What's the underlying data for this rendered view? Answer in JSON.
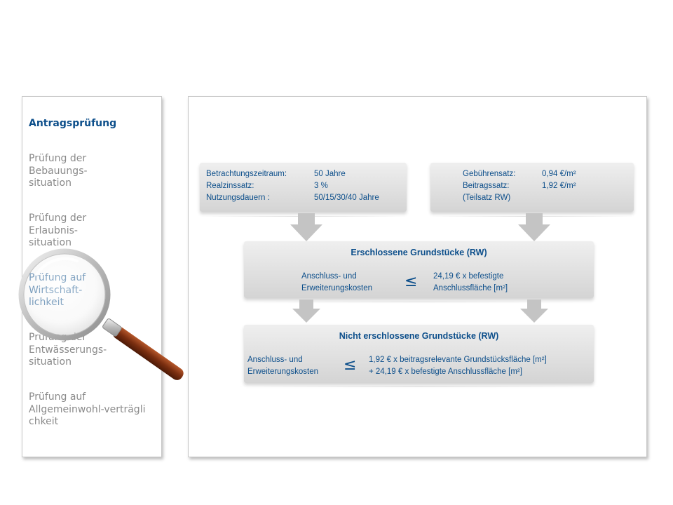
{
  "nav": {
    "items": [
      {
        "label": "Antragsprüfung"
      },
      {
        "label": "Prüfung der\nBebauungs-\nsituation"
      },
      {
        "label": "Prüfung der\nErlaubnis-\nsituation"
      },
      {
        "label": "Prüfung auf\nWirtschaft-\nlichkeit"
      },
      {
        "label": "Prüfung der\nEntwässerungs-\nsituation"
      },
      {
        "label": "Prüfung auf\nAllgemeinwohl-verträgli\nchkeit"
      }
    ]
  },
  "params_left": {
    "rows": [
      {
        "key": "Betrachtungszeitraum:",
        "value": "50 Jahre"
      },
      {
        "key": "Realzinssatz:",
        "value": "3 %"
      },
      {
        "key": "Nutzungsdauern :",
        "value": "50/15/30/40 Jahre"
      }
    ]
  },
  "params_right": {
    "rows": [
      {
        "key": "Gebührensatz:",
        "value": "0,94 €/m²"
      },
      {
        "key": "Beitragssatz:",
        "value": "1,92 €/m²"
      },
      {
        "key": "(Teilsatz RW)",
        "value": ""
      }
    ]
  },
  "developed": {
    "title": "Erschlossene Grundstücke (RW)",
    "left_line1": "Anschluss- und",
    "left_line2": "Erweiterungskosten",
    "symbol": "≤",
    "right_line1": "24,19 € x befestigte",
    "right_line2": "Anschlussfläche [m²]"
  },
  "undeveloped": {
    "title": "Nicht erschlossene Grundstücke (RW)",
    "left_line1": "Anschluss- und",
    "left_line2": "Erweiterungskosten",
    "symbol": "≤",
    "right_line1": "1,92 € x beitragsrelevante Grundstücksfläche [m²]",
    "right_line2": "+ 24,19 € x befestigte Anschlussfläche [m²]"
  },
  "colors": {
    "accent": "#0d4f8b",
    "muted_text": "#8a8a8a",
    "box_top": "#efefef",
    "box_bottom": "#d4d4d4",
    "arrow": "#c4c4c4",
    "magnifier_handle": "#8b3a1a"
  }
}
